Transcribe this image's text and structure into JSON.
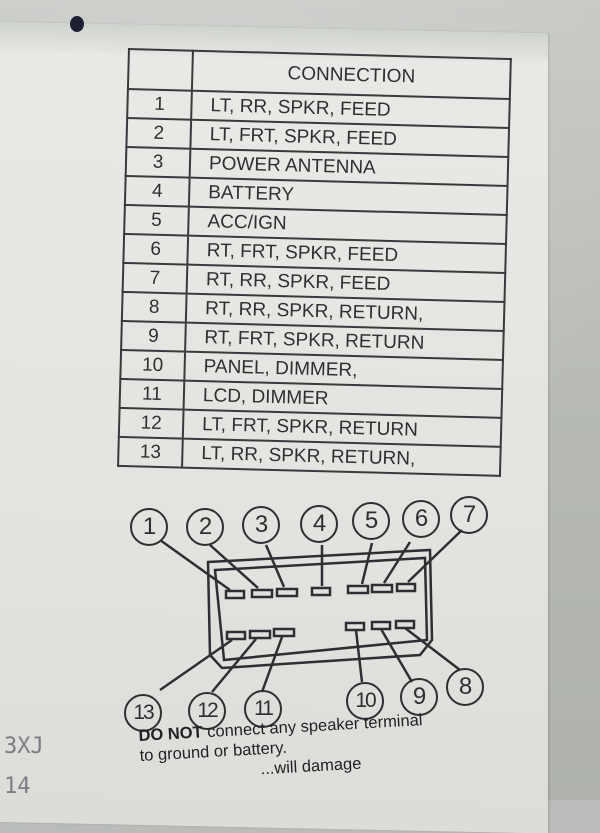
{
  "table": {
    "header": {
      "num": "",
      "connection": "CONNECTION"
    },
    "rows": [
      {
        "num": "1",
        "connection": "LT, RR, SPKR, FEED"
      },
      {
        "num": "2",
        "connection": "LT, FRT, SPKR, FEED"
      },
      {
        "num": "3",
        "connection": "POWER ANTENNA"
      },
      {
        "num": "4",
        "connection": "BATTERY"
      },
      {
        "num": "5",
        "connection": "ACC/IGN"
      },
      {
        "num": "6",
        "connection": "RT, FRT, SPKR, FEED"
      },
      {
        "num": "7",
        "connection": "RT, RR, SPKR, FEED"
      },
      {
        "num": "8",
        "connection": "RT, RR, SPKR, RETURN,"
      },
      {
        "num": "9",
        "connection": "RT, FRT, SPKR, RETURN"
      },
      {
        "num": "10",
        "connection": "PANEL, DIMMER,"
      },
      {
        "num": "11",
        "connection": "LCD, DIMMER"
      },
      {
        "num": "12",
        "connection": "LT, FRT, SPKR, RETURN"
      },
      {
        "num": "13",
        "connection": "LT, RR, SPKR, RETURN,"
      }
    ]
  },
  "connector_diagram": {
    "top_callouts": [
      "1",
      "2",
      "3",
      "4",
      "5",
      "6",
      "7"
    ],
    "bottom_callouts": [
      "13",
      "12",
      "11",
      "10",
      "9",
      "8"
    ]
  },
  "warning": {
    "bold": "DO NOT",
    "line1": " connect any speaker terminal",
    "line2": "to ground or battery.",
    "line3": "...will damage"
  },
  "side_marks": {
    "a": "3XJ",
    "b": "14"
  },
  "colors": {
    "ink": "#2f2f33",
    "paper": "#e6e6e3",
    "metal": "#b9bcb8"
  }
}
